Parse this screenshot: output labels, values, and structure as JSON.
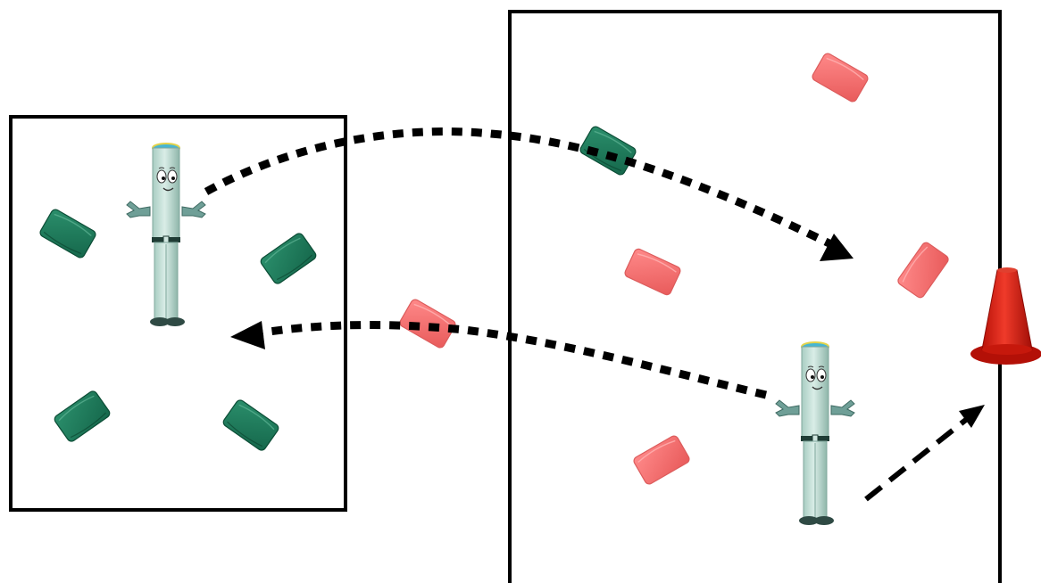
{
  "colors": {
    "background": "#ffffff",
    "frame": "#000000",
    "arrow": "#000000",
    "beanbag_green": "#1e7a5a",
    "beanbag_green_dark": "#0f5a40",
    "beanbag_red": "#f07070",
    "beanbag_red_dark": "#d95050",
    "cone_red": "#d81c10",
    "character_body": "#b9d8cf",
    "character_shadow": "#8fb6aa",
    "character_cap": "#47b6d2",
    "character_glove": "#6f9f97"
  },
  "icons": {
    "green_beanbag": "green-beanbag-icon",
    "red_beanbag": "red-beanbag-icon",
    "cone": "traffic-cone-icon",
    "character": "tube-character-icon"
  },
  "items": {
    "left_area": {
      "green_beanbags": 4,
      "characters": 1
    },
    "right_area": {
      "green_beanbags": 1,
      "red_beanbags": 5,
      "characters": 1,
      "cones": 1
    }
  },
  "arrows": {
    "dotted": 2,
    "dashed": 1
  }
}
